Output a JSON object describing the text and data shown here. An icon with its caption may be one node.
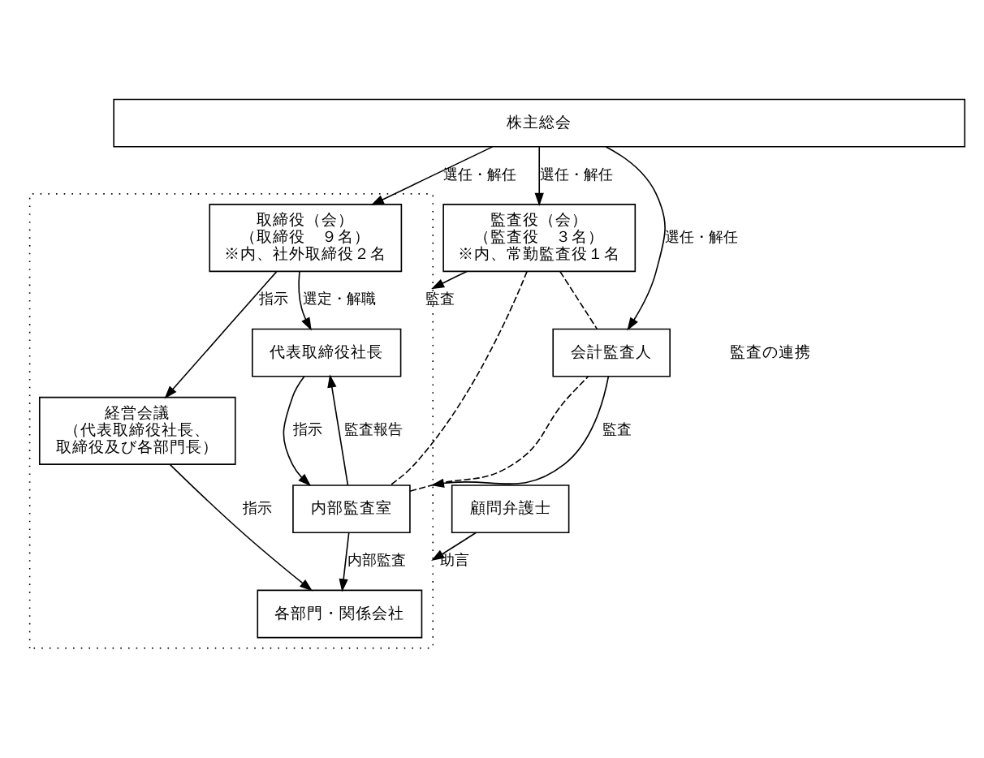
{
  "diagram": {
    "nodes": [
      {
        "text": [
          "株主総会"
        ]
      },
      {
        "text": [],
        "shape": "box"
      },
      {
        "text": [
          "取締役（会）",
          "（取締役　９名）",
          "※内、社外取締役２名"
        ],
        "in": 1
      },
      {
        "text": [
          "監査役（会）",
          "（監査役　３名）",
          "※内、常勤監査役１名"
        ]
      },
      {
        "text": [
          "代表取締役社長"
        ],
        "in": 1
      },
      {
        "text": [
          "経営会議",
          "（代表取締役社長、取締役及び各部門長）"
        ],
        "in": 1
      },
      {
        "text": [
          "内部監査室"
        ],
        "in": 1
      },
      {
        "text": [
          "会計監査人"
        ]
      },
      {
        "text": [
          "顧問弁護士"
        ]
      },
      {
        "text": [
          "各部門・関係会社"
        ],
        "in": 1
      }
    ],
    "edges": [
      {
        "from": 0,
        "to": 2,
        "arrow": "to",
        "label": "選任・解任"
      },
      {
        "from": 0,
        "to": 3,
        "arrow": "to",
        "label": "選任・解任"
      },
      {
        "from": 0,
        "to": 7,
        "arrow": "to",
        "label": "選任・解任"
      },
      {
        "from": 3,
        "to": 1,
        "arrow": "to",
        "label": "監査"
      },
      {
        "from": 2,
        "to": 4,
        "arrow": "to",
        "label": "選定・解職"
      },
      {
        "from": 2,
        "to": 5,
        "arrow": "to",
        "label": "指示"
      },
      {
        "from": 6,
        "to": 4,
        "arrow": "to",
        "label": "監査報告"
      },
      {
        "from": 4,
        "to": 6,
        "arrow": "to",
        "label": "指示"
      },
      {
        "from": 3,
        "to": 6,
        "arrow": "none",
        "style": "dashed"
      },
      {
        "from": 3,
        "to": 7,
        "arrow": "none",
        "style": "dashed"
      },
      {
        "from": 6,
        "to": 7,
        "arrow": "none",
        "style": "dashed"
      },
      {
        "from": 7,
        "to": 1,
        "arrow": "to",
        "label": "監査"
      },
      {
        "from": 8,
        "to": 1,
        "arrow": "to",
        "label": "助言"
      },
      {
        "from": 5,
        "to": 9,
        "arrow": "to",
        "label": "指示"
      },
      {
        "from": 6,
        "to": 9,
        "arrow": "to",
        "label": "内部監査"
      }
    ],
    "labels": [
      "監査の連携"
    ]
  }
}
